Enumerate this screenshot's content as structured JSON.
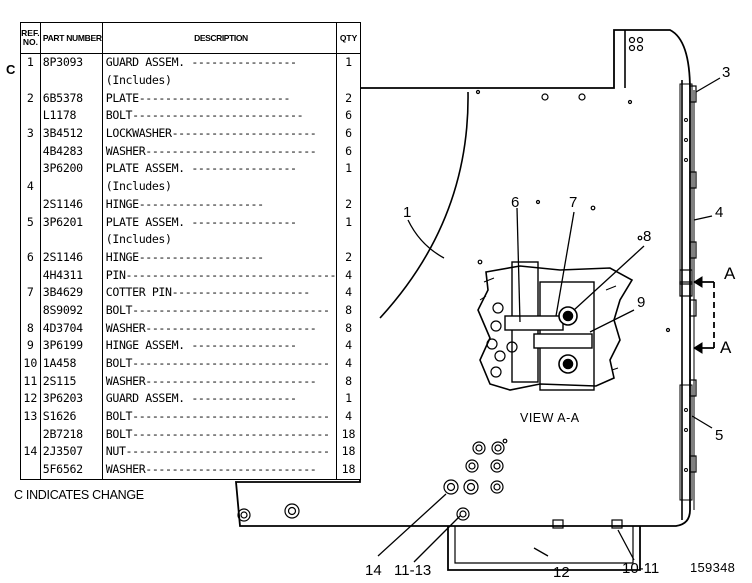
{
  "table": {
    "headers": {
      "ref": "REF. NO.",
      "part": "PART NUMBER",
      "desc": "DESCRIPTION",
      "qty": "QTY"
    },
    "rows": [
      {
        "ref": "1",
        "part": "8P3093",
        "desc": "GUARD ASSEM. ----------------",
        "qty": "1"
      },
      {
        "ref": "",
        "part": "",
        "desc": "(Includes)",
        "qty": ""
      },
      {
        "ref": "2",
        "part": "6B5378",
        "desc": "PLATE-----------------------",
        "qty": "2"
      },
      {
        "ref": "",
        "part": "L1178",
        "desc": "BOLT--------------------------",
        "qty": "6"
      },
      {
        "ref": "3",
        "part": "3B4512",
        "desc": "LOCKWASHER----------------------",
        "qty": "6"
      },
      {
        "ref": "",
        "part": "4B4283",
        "desc": "WASHER--------------------------",
        "qty": "6"
      },
      {
        "ref": "",
        "part": "3P6200",
        "desc": "PLATE ASSEM. ----------------",
        "qty": "1"
      },
      {
        "ref": "4",
        "part": "",
        "desc": "(Includes)",
        "qty": ""
      },
      {
        "ref": "",
        "part": "2S1146",
        "desc": "HINGE-------------------",
        "qty": "2"
      },
      {
        "ref": "5",
        "part": "3P6201",
        "desc": "PLATE ASSEM. ----------------",
        "qty": "1"
      },
      {
        "ref": "",
        "part": "",
        "desc": "(Includes)",
        "qty": ""
      },
      {
        "ref": "6",
        "part": "2S1146",
        "desc": "HINGE-------------------",
        "qty": "2"
      },
      {
        "ref": "",
        "part": "4H4311",
        "desc": "PIN--------------------------------",
        "qty": "4"
      },
      {
        "ref": "7",
        "part": "3B4629",
        "desc": "COTTER PIN---------------------",
        "qty": "4"
      },
      {
        "ref": "",
        "part": "8S9092",
        "desc": "BOLT------------------------------",
        "qty": "8"
      },
      {
        "ref": "8",
        "part": "4D3704",
        "desc": "WASHER--------------------------",
        "qty": "8"
      },
      {
        "ref": "9",
        "part": "3P6199",
        "desc": "HINGE ASSEM. ----------------",
        "qty": "4"
      },
      {
        "ref": "10",
        "part": "1A458",
        "desc": "BOLT------------------------------",
        "qty": "4"
      },
      {
        "ref": "11",
        "part": "2S115",
        "desc": "WASHER--------------------------",
        "qty": "8"
      },
      {
        "ref": "12",
        "part": "3P6203",
        "desc": "GUARD ASSEM. ----------------",
        "qty": "1"
      },
      {
        "ref": "13",
        "part": "S1626",
        "desc": "BOLT------------------------------",
        "qty": "4"
      },
      {
        "ref": "",
        "part": "2B7218",
        "desc": "BOLT------------------------------",
        "qty": "18"
      },
      {
        "ref": "14",
        "part": "2J3507",
        "desc": "NUT-------------------------------",
        "qty": "18"
      },
      {
        "ref": "",
        "part": "5F6562",
        "desc": "WASHER--------------------------",
        "qty": "18"
      }
    ]
  },
  "change_mark": "C",
  "change_note": "C INDICATES CHANGE",
  "view_label": "VIEW A-A",
  "figure_number": "159348",
  "callouts": {
    "c1": "1",
    "c3": "3",
    "c4": "4",
    "c5": "5",
    "c6": "6",
    "c7": "7",
    "c8": "8",
    "c9": "9",
    "c10_11": "10-11",
    "c11_13": "11-13",
    "c12": "12",
    "c14": "14",
    "a_top": "A",
    "a_bottom": "A"
  }
}
